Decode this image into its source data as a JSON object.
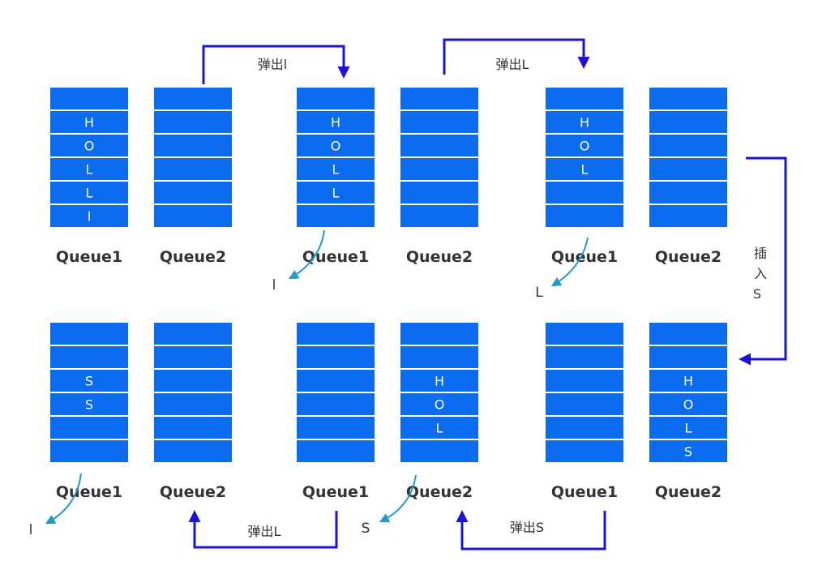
{
  "colors": {
    "cell": "#0b6cf0",
    "cell_text": "#ffffff",
    "arrow": "#1a13e0",
    "pop_arrow": "#1a9bd0",
    "label": "#333333"
  },
  "queue1_label": "Queue1",
  "queue2_label": "Queue2",
  "top_row": {
    "pairs": [
      {
        "q1": [
          "",
          "H",
          "O",
          "L",
          "L",
          "l"
        ],
        "q2": [
          "",
          "",
          "",
          "",
          "",
          ""
        ]
      },
      {
        "q1": [
          "",
          "H",
          "O",
          "L",
          "L",
          ""
        ],
        "q2": [
          "",
          "",
          "",
          "",
          "",
          ""
        ]
      },
      {
        "q1": [
          "",
          "H",
          "O",
          "L",
          "",
          ""
        ],
        "q2": [
          "",
          "",
          "",
          "",
          "",
          ""
        ]
      }
    ]
  },
  "bottom_row": {
    "pairs": [
      {
        "q1": [
          "",
          "",
          "S",
          "S",
          "",
          ""
        ],
        "q2": [
          "",
          "",
          "",
          "",
          "",
          ""
        ]
      },
      {
        "q1": [
          "",
          "",
          "",
          "",
          "",
          ""
        ],
        "q2": [
          "",
          "",
          "H",
          "O",
          "L",
          ""
        ]
      },
      {
        "q1": [
          "",
          "",
          "",
          "",
          "",
          ""
        ],
        "q2": [
          "",
          "",
          "H",
          "O",
          "L",
          "S"
        ]
      }
    ]
  },
  "transitions": {
    "pop1": "弹出l",
    "popL_top": "弹出L",
    "insert": [
      "插",
      "入",
      "S"
    ],
    "popL_bottom": "弹出L",
    "popS": "弹出S"
  },
  "popped": {
    "top_a": "l",
    "top_b": "L",
    "bottom_a": "l",
    "bottom_b": "S"
  }
}
